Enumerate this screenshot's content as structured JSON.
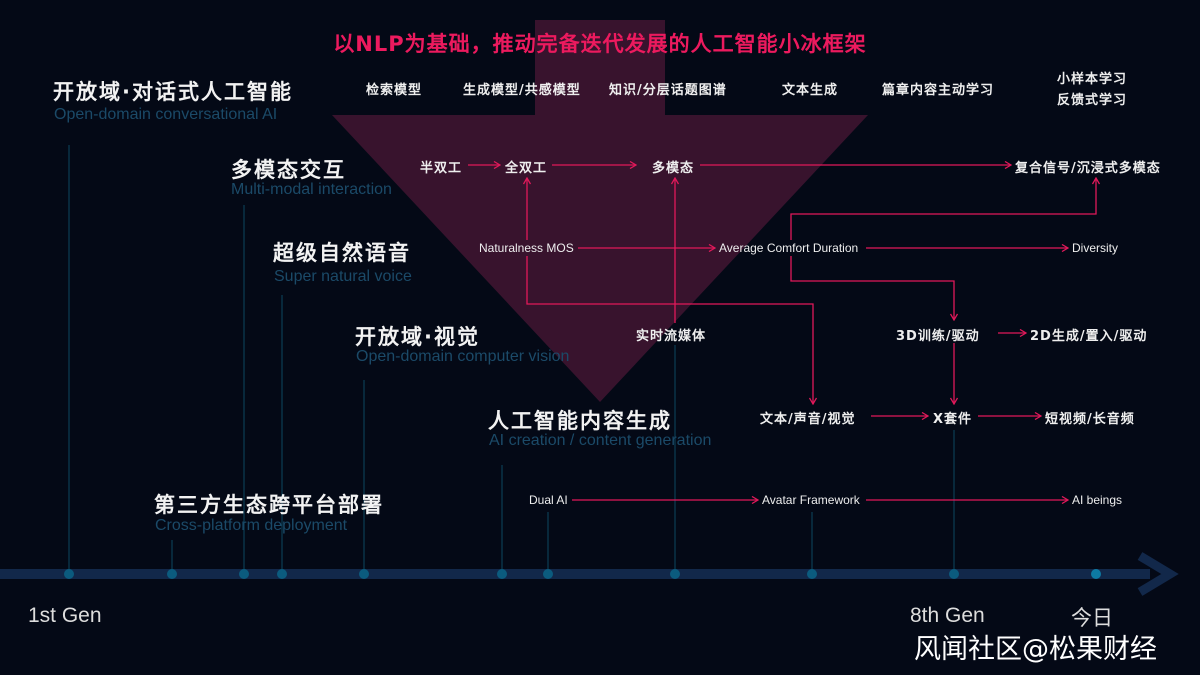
{
  "title": "以NLP为基础，推动完备迭代发展的人工智能小冰框架",
  "categories": [
    {
      "zh": "开放域·对话式人工智能",
      "en": "Open-domain conversational AI"
    },
    {
      "zh": "多模态交互",
      "en": "Multi-modal interaction"
    },
    {
      "zh": "超级自然语音",
      "en": "Super natural voice"
    },
    {
      "zh": "开放域·视觉",
      "en": "Open-domain computer vision"
    },
    {
      "zh": "人工智能内容生成",
      "en": "AI creation / content generation"
    },
    {
      "zh": "第三方生态跨平台部署",
      "en": "Cross-platform deployment"
    }
  ],
  "nlp_row": [
    "检索模型",
    "生成模型/共感模型",
    "知识/分层话题图谱",
    "文本生成",
    "篇章内容主动学习",
    "小样本学习",
    "反馈式学习"
  ],
  "nodes": {
    "half_duplex": "半双工",
    "full_duplex": "全双工",
    "multimodal": "多模态",
    "composite": "复合信号/沉浸式多模态",
    "mos": "Naturalness MOS",
    "acd": "Average Comfort Duration",
    "diversity": "Diversity",
    "streaming": "实时流媒体",
    "d3": "3D训练/驱动",
    "d2": "2D生成/置入/驱动",
    "tav": "文本/声音/视觉",
    "xkit": "X套件",
    "video": "短视频/长音频",
    "dual": "Dual AI",
    "avatar": "Avatar Framework",
    "beings": "AI beings"
  },
  "timeline": {
    "start": "1st Gen",
    "gen8": "8th Gen",
    "today": "今日"
  },
  "watermark": "风闻社区@松果财经",
  "colors": {
    "accent": "#e0195a",
    "arrow_bg": "#3d1530",
    "timeline": "#12284a",
    "dot": "#0b5b7e"
  }
}
